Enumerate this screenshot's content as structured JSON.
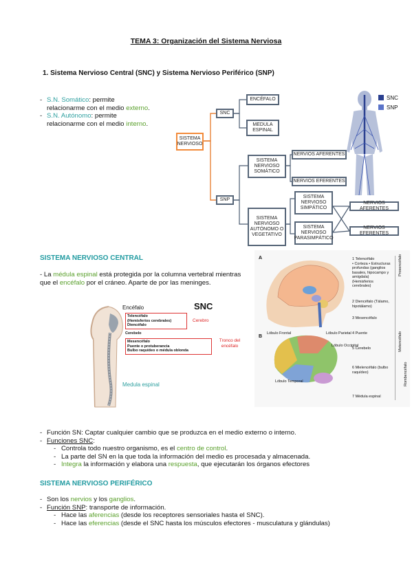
{
  "title": "TEMA 3: Organización del Sistema Nerviosa",
  "heading1": "1.  Sistema Nervioso Central (SNC) y Sistema Nervioso Periférico (SNP)",
  "intro": {
    "item1_a": "S.N. Somático",
    "item1_b": ": permite relacionarme con el medio ",
    "item1_c": "externo",
    "item1_d": ".",
    "item2_a": "S.N. Autónomo",
    "item2_b": ": permite relacionarme con el medio ",
    "item2_c": "interno",
    "item2_d": "."
  },
  "diagram": {
    "root": "SISTEMA NERVIOSO",
    "snc": "SNC",
    "snp": "SNP",
    "encefalo": "ENCÉFALO",
    "medula": "MEDULA ESPINAL",
    "somatico": "SISTEMA NERVIOSO SOMÁTICO",
    "autonomo": "SISTEMA NERVIOSO AUTÓNOMO O VEGETATIVO",
    "aferentes1": "NERVIOS AFERENTES",
    "eferentes1": "NERVIOS EFERENTES",
    "simpatico": "SISTEMA NERVIOSO SIMPÁTICO",
    "parasimpatico": "SISTEMA NERVIOSO PARASIMPÁTICO",
    "aferentes2": "NERVIOS AFERENTES",
    "eferentes2": "NERVIOS EFERENTES",
    "legend_snc": "SNC",
    "legend_snp": "SNP"
  },
  "snc_section": {
    "heading": "SISTEMA NERVIOSO CENTRAL",
    "p_a": "- La ",
    "p_b": "médula espinal",
    "p_c": " está protegida por la columna vertebral mientras que el ",
    "p_d": "encéfalo",
    "p_e": " por el cráneo. Aparte de por las meninges."
  },
  "snc_figure": {
    "encefalo": "Encéfalo",
    "snc": "SNC",
    "telencefalo": "Telencéfalo",
    "hemisferios": "(Hemisferios cerebrales)",
    "diencefalo": "Diencéfalo",
    "cerebro": "Cerebro",
    "cerebelo": "Cerebelo",
    "mesencefalo": "Mesencéfalo",
    "puente": "Puente o protuberancia",
    "bulbo": "Bulbo raquídeo o médula oblonda",
    "tronco": "Tronco del encéfalo",
    "medula": "Medula espinal"
  },
  "brain_figure": {
    "label_a": "A",
    "label_b": "B",
    "l1": "1 Telencéfalo",
    "l1b": "• Corteza • Estructuras profundas (ganglios basales, hipocampo y amígdala)",
    "l1c": "(Hemisferios cerebrales)",
    "l2": "2 Diencéfalo (Tálamo, hipotálamo)",
    "l3": "3 Mesencéfalo",
    "l4": "4 Puente",
    "l5": "5 Cerebelo",
    "l6": "6 Mielencéfalo (bulbo raquídeo)",
    "l7": "7 Médula espinal",
    "v1": "Prosencéfalo",
    "v2": "Metencéfalo",
    "v3": "Rombencéfalo",
    "lob1": "Lóbulo Frontal",
    "lob2": "Lóbulo Parietal",
    "lob3": "Lóbulo Occipital",
    "lob4": "Lóbulo Temporal"
  },
  "funcion": {
    "l1": "Función SN: Captar cualquier cambio que se produzca en el medio externo o interno.",
    "l2": "Funciones SNC",
    "l2b": ":",
    "s1_a": "Controla todo nuestro organismo, es el ",
    "s1_b": "centro de control",
    "s1_c": ".",
    "s2": "La parte del SN en la que toda la información del medio es procesada y almacenada.",
    "s3_a": "Integra",
    "s3_b": " la información y elabora una ",
    "s3_c": "respuesta",
    "s3_d": ", que ejecutarán los órganos efectores"
  },
  "snp_section": {
    "heading": "SISTEMA NERVIOSO PERIFÉRICO",
    "l1_a": "Son los ",
    "l1_b": "nervios",
    "l1_c": " y los ",
    "l1_d": "ganglios",
    "l1_e": ".",
    "l2_a": "Función SNP",
    "l2_b": ": transporte de información.",
    "s1_a": "Hace las ",
    "s1_b": "aferencias",
    "s1_c": " (desde los receptores sensoriales hasta el SNC).",
    "s2_a": "Hace las ",
    "s2_b": "eferencias",
    "s2_c": " (desde el SNC hasta los músculos efectores - musculatura y glándulas)"
  },
  "colors": {
    "teal": "#2b9e9e",
    "green": "#5aa02c",
    "red": "#dd2222",
    "box_border": "#556477",
    "root_border": "#f28a3a"
  }
}
